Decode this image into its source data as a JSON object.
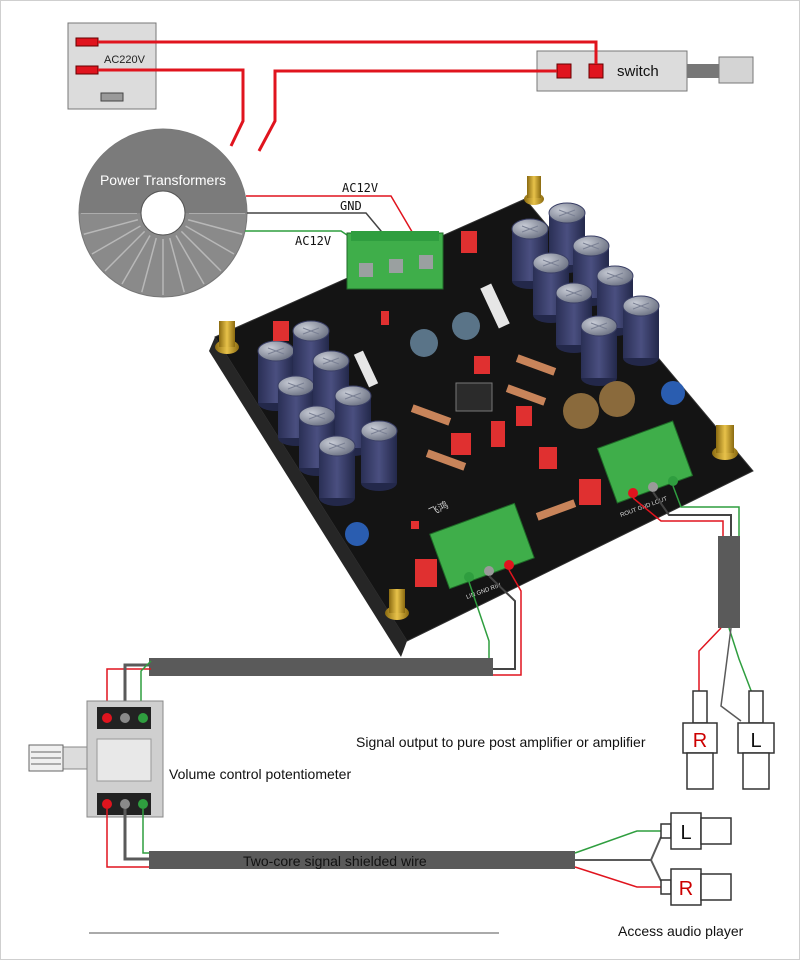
{
  "labels": {
    "ac220v": "AC220V",
    "switch": "switch",
    "power_transformers": "Power Transformers",
    "ac12v_top": "AC12V",
    "gnd": "GND",
    "ac12v_bottom": "AC12V",
    "volume_pot": "Volume control potentiometer",
    "signal_output": "Signal output to pure post amplifier or amplifier",
    "shielded_wire": "Two-core signal shielded wire",
    "access_player": "Access audio player"
  },
  "connectors": {
    "out_r": "R",
    "out_l": "L",
    "in_l": "L",
    "in_r": "R"
  },
  "board": {
    "brand_text": "飞鸿",
    "out_terminal": "ROUT GND LOUT",
    "in_terminal": "LIN GND RIN"
  },
  "colors": {
    "wire_red": "#e0141e",
    "wire_green": "#2f9e3f",
    "wire_gray": "#5a5a5a",
    "pcb": "#141414",
    "terminal": "#3fae4a",
    "cap": "#2e3566"
  }
}
